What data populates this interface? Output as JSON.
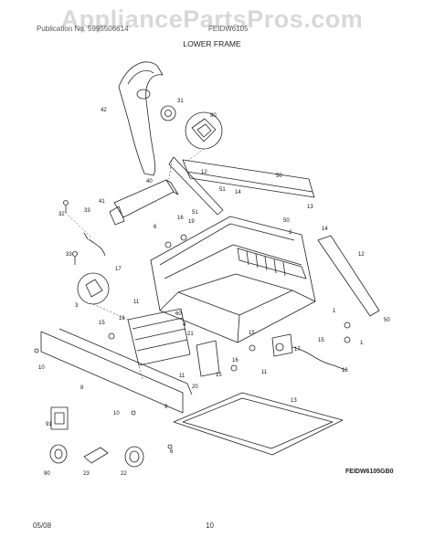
{
  "watermark": "AppliancePartsPros.com",
  "header": {
    "publication": "Publication No. 5995506614",
    "model": "FEIDW6105",
    "section_title": "LOWER FRAME"
  },
  "footer": {
    "figure_code": "FEIDW6105GB0",
    "date": "05/08",
    "page": "10"
  },
  "part_labels": [
    "1",
    "2",
    "3",
    "4",
    "5",
    "6",
    "7",
    "8",
    "9",
    "10",
    "11",
    "12",
    "13",
    "14",
    "15",
    "16",
    "17",
    "18",
    "19",
    "20",
    "21",
    "22",
    "23",
    "30",
    "31",
    "32",
    "33",
    "40",
    "41",
    "42",
    "50",
    "51",
    "60",
    "90",
    "91"
  ],
  "colors": {
    "line": "#222222",
    "watermark": "#d8d8d8"
  }
}
